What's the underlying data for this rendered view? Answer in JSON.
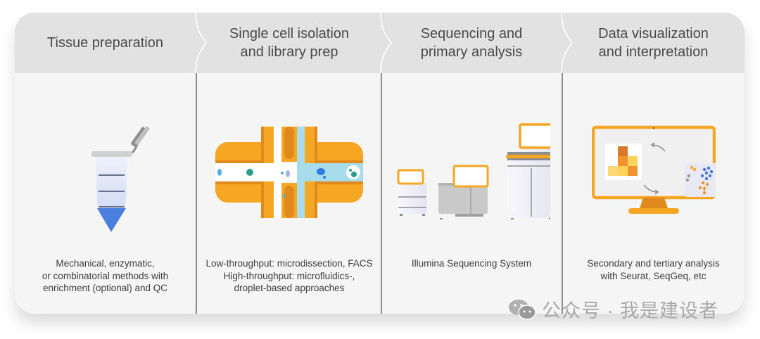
{
  "columns": [
    {
      "id": "tissue-preparation",
      "title": "Tissue preparation",
      "description": "Mechanical, enzymatic,\nor combinatorial methods with\nenrichment (optional) and QC",
      "illustration": "microcentrifuge-tube-icon"
    },
    {
      "id": "single-cell-isolation",
      "title": "Single cell isolation\nand library prep",
      "description": "Low-throughput: microdissection, FACS\nHigh-throughput: microfluidics-,\n-, droplet-based approaches",
      "illustration": "microfluidic-chip-icon"
    },
    {
      "id": "sequencing",
      "title": "Sequencing and\nprimary analysis",
      "description": "Illumina Sequencing System",
      "illustration": "sequencing-instruments-icon"
    },
    {
      "id": "data-visualization",
      "title": "Data visualization\nand interpretation",
      "description": "Secondary and tertiary analysis\nwith Seurat, SeqGeq, etc",
      "illustration": "monitor-analysis-icon"
    }
  ],
  "watermark": {
    "text": "公众号 · 我是建设者",
    "icon": "wechat-icon"
  },
  "colors": {
    "accent_orange": "#f5a623",
    "dark_orange": "#e08a1e",
    "tube_blue": "#4a7fe0",
    "channel_blue": "#a8dcea",
    "header_gray": "#e2e2e2",
    "body_gray": "#f5f5f5"
  }
}
